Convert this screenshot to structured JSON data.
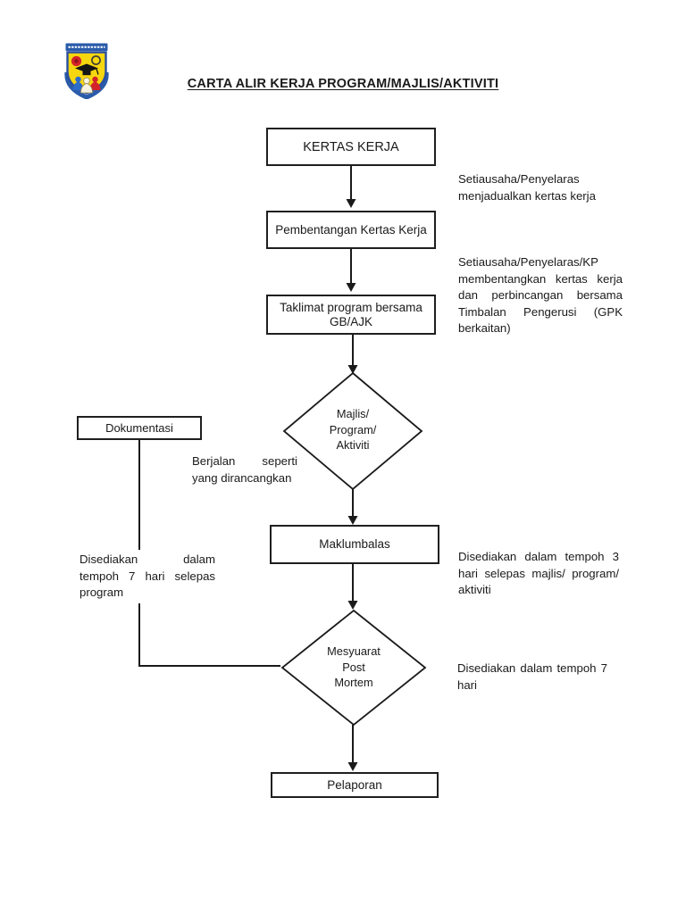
{
  "document": {
    "title": "CARTA ALIR KERJA PROGRAM/MAJLIS/AKTIVITI",
    "background_color": "#ffffff",
    "line_color": "#1a1a1a"
  },
  "logo": {
    "icon": "school-crest",
    "banner_color": "#2a5caa",
    "shield_color": "#f6d60e",
    "shield_border_color": "#2b4f9e",
    "flower_color": "#d3222a",
    "cap_color": "#151515",
    "figure_left_color": "#2d6bc9",
    "figure_center_color": "#f8f3e0",
    "figure_right_color": "#d3222a"
  },
  "nodes": {
    "kertas_kerja": {
      "type": "process",
      "label": "KERTAS KERJA"
    },
    "pembentangan": {
      "type": "process",
      "label": "Pembentangan Kertas Kerja"
    },
    "taklimat": {
      "type": "process",
      "label": "Taklimat program bersama GB/AJK"
    },
    "majlis": {
      "type": "decision",
      "lines": [
        "Majlis/",
        "Program/",
        "Aktiviti"
      ]
    },
    "dokumentasi": {
      "type": "process",
      "label": "Dokumentasi"
    },
    "maklumbalas": {
      "type": "process",
      "label": "Maklumbalas"
    },
    "mesyuarat_post_mortem": {
      "type": "decision",
      "lines": [
        "Mesyuarat",
        "Post",
        "Mortem"
      ]
    },
    "pelaporan": {
      "type": "process",
      "label": "Pelaporan"
    }
  },
  "annotations": {
    "setiausaha_jadual": "Setiausaha/Penyelaras menjadualkan kertas kerja",
    "setiausaha_bentang": "Setiausaha/Penyelaras/KP membentangkan kertas kerja dan perbincangan bersama Timbalan Pengerusi (GPK berkaitan)",
    "berjalan": "Berjalan seperti yang dirancangkan",
    "tempoh_7_program": "Disediakan dalam tempoh 7 hari selepas program",
    "tempoh_3_majlis": "Disediakan dalam tempoh 3 hari selepas majlis/ program/ aktiviti",
    "tempoh_7": "Disediakan dalam tempoh 7 hari"
  }
}
